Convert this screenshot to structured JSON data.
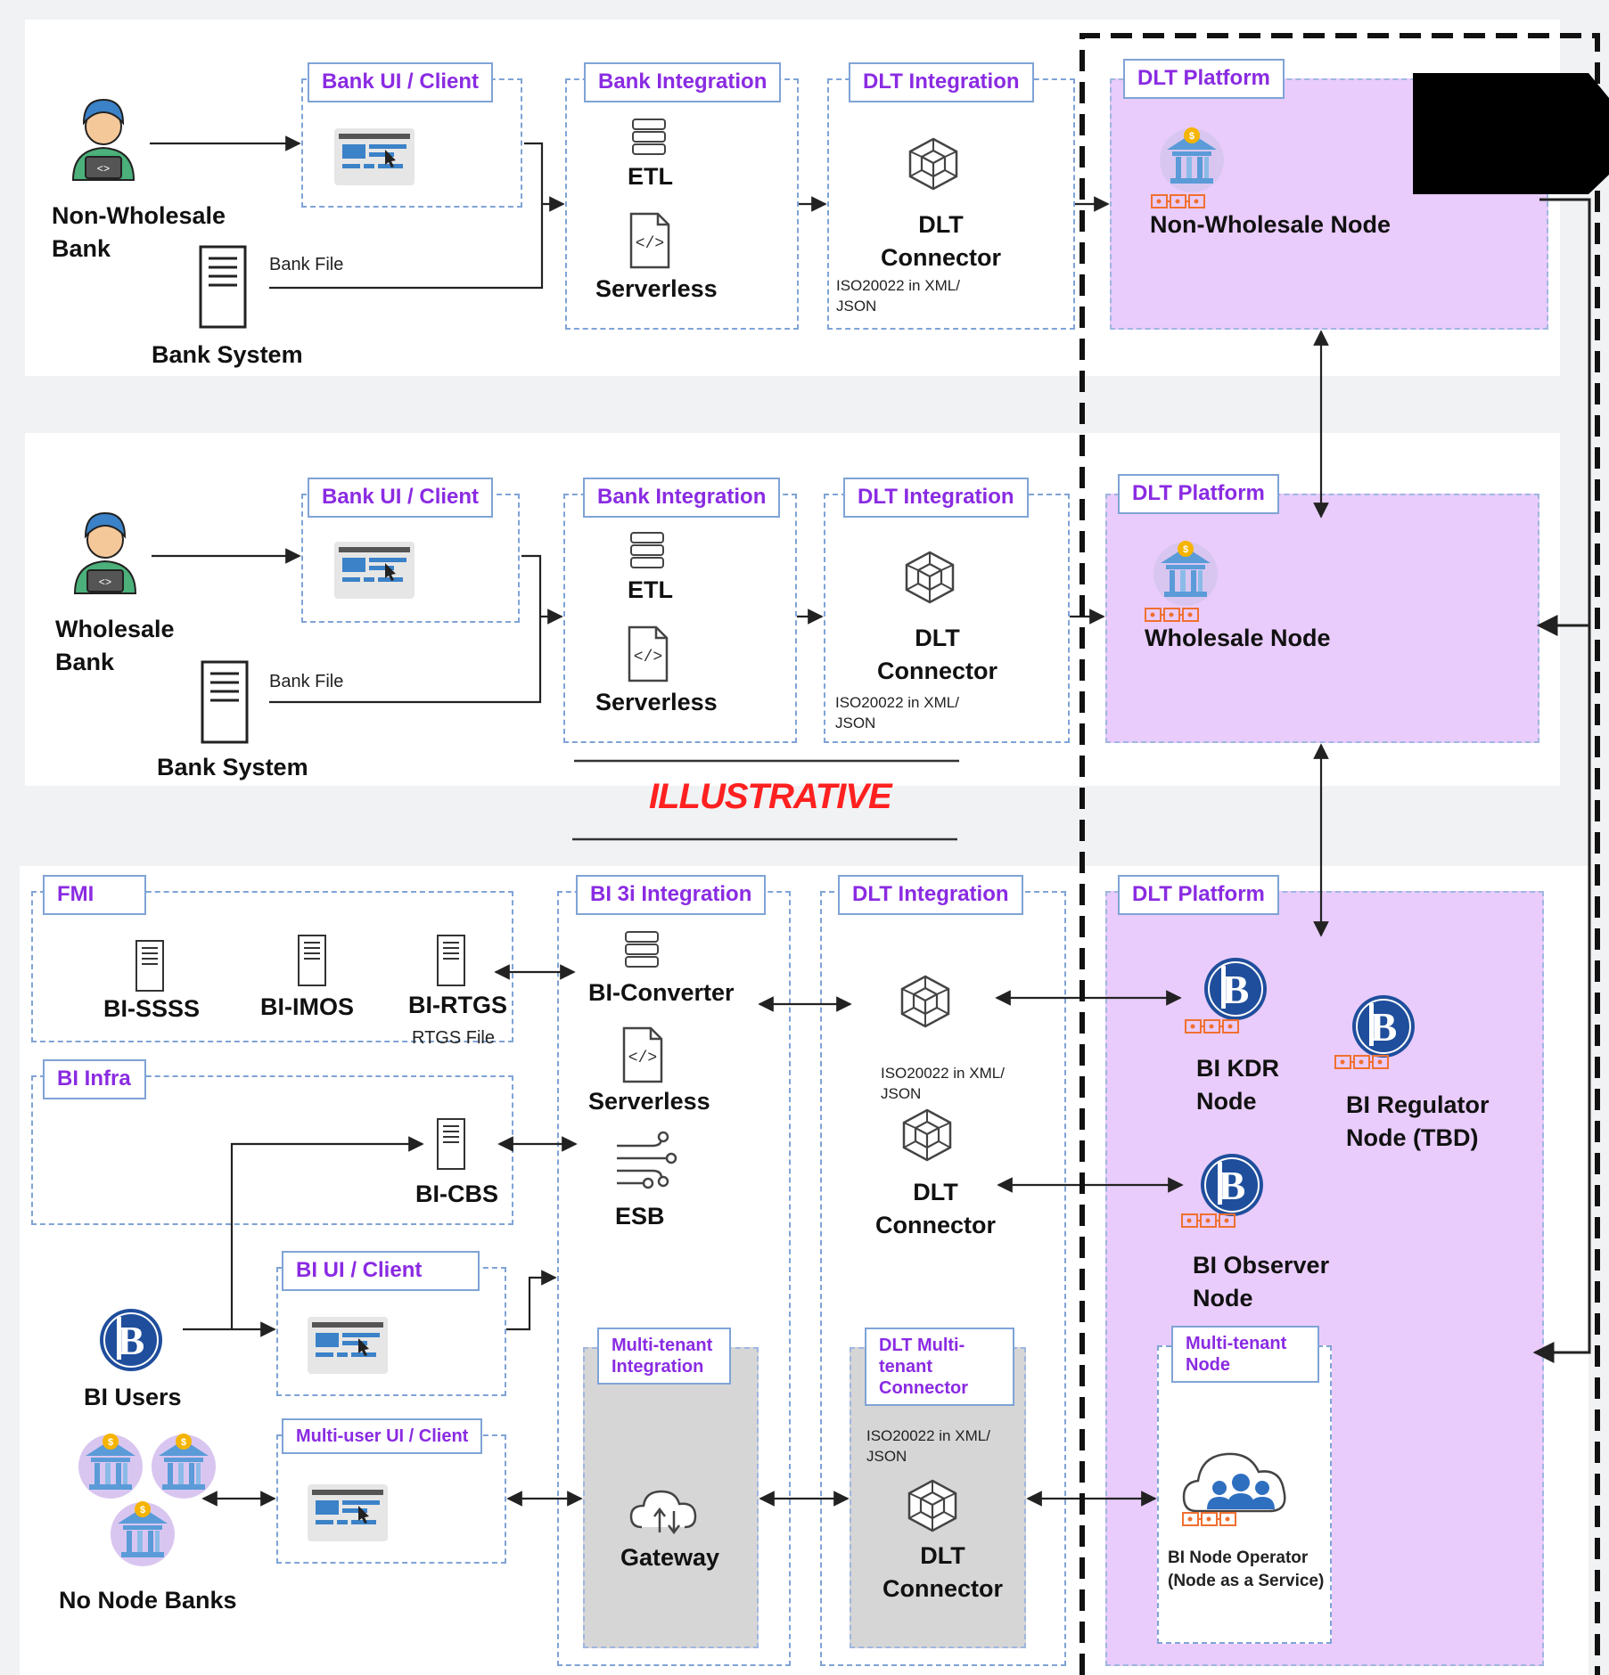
{
  "rows": {
    "non_wholesale": {
      "actor_label": "Non-Wholesale\nBank",
      "bank_system_label": "Bank System",
      "bank_file_label": "Bank File",
      "bank_ui_tag": "Bank UI / Client",
      "bank_integration_tag": "Bank Integration",
      "etl_label": "ETL",
      "serverless_label": "Serverless",
      "dlt_integration_tag": "DLT Integration",
      "connector_label": "DLT\nConnector",
      "iso_note": "ISO20022 in XML/\nJSON",
      "platform_tag": "DLT Platform",
      "node_label": "Non-Wholesale Node"
    },
    "wholesale": {
      "actor_label": "Wholesale\nBank",
      "bank_system_label": "Bank System",
      "bank_file_label": "Bank File",
      "bank_ui_tag": "Bank UI / Client",
      "bank_integration_tag": "Bank Integration",
      "etl_label": "ETL",
      "serverless_label": "Serverless",
      "dlt_integration_tag": "DLT Integration",
      "connector_label": "DLT\nConnector",
      "iso_note": "ISO20022 in XML/\nJSON",
      "platform_tag": "DLT Platform",
      "node_label": "Wholesale Node"
    }
  },
  "illustrative": "ILLUSTRATIVE",
  "bi": {
    "fmi_tag": "FMI",
    "bi_ssss": "BI-SSSS",
    "bi_imos": "BI-IMOS",
    "bi_rtgs": "BI-RTGS",
    "rtgs_file": "RTGS File",
    "bi_infra_tag": "BI Infra",
    "bi_cbs": "BI-CBS",
    "bi_ui_tag": "BI UI / Client",
    "bi_users": "BI Users",
    "multi_user_tag": "Multi-user UI / Client",
    "no_node_banks": "No Node Banks",
    "bi3i_tag": "BI 3i Integration",
    "bi_converter": "BI-Converter",
    "serverless": "Serverless",
    "esb": "ESB",
    "multitenant_integration_tag": "Multi-tenant\nIntegration",
    "gateway": "Gateway",
    "dlt_integration_tag": "DLT Integration",
    "iso_note": "ISO20022 in XML/\nJSON",
    "connector_label": "DLT\nConnector",
    "dlt_multitenant_tag": "DLT Multi-\ntenant\nConnector",
    "iso_note2": "ISO20022 in XML/\nJSON",
    "connector_label2": "DLT\nConnector",
    "platform_tag": "DLT Platform",
    "kdr_node": "BI KDR\nNode",
    "regulator_node": "BI Regulator\nNode (TBD)",
    "observer_node": "BI Observer\nNode",
    "multitenant_node_tag": "Multi-tenant\nNode",
    "node_operator": "BI Node Operator\n(Node as a Service)"
  },
  "colors": {
    "tag_text": "#8a2be2",
    "platform_fill": "#e9ccfb",
    "illustrative": "#ff2020",
    "bi_blue": "#1f4e9c"
  }
}
